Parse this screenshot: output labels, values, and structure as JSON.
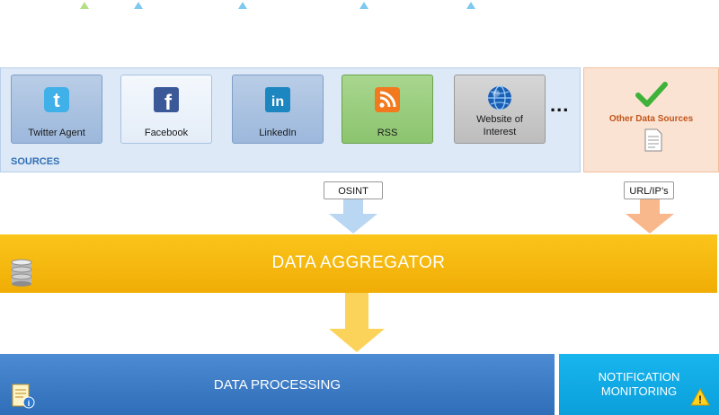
{
  "sources": {
    "section_label": "SOURCES",
    "cards": [
      {
        "label": "Twitter Agent",
        "icon": "twitter-icon"
      },
      {
        "label": "Facebook",
        "icon": "facebook-icon"
      },
      {
        "label": "LinkedIn",
        "icon": "linkedin-icon"
      },
      {
        "label": "RSS",
        "icon": "rss-icon"
      },
      {
        "label_line1": "Website of",
        "label_line2": "Interest",
        "icon": "globe-icon"
      }
    ],
    "more": "..."
  },
  "other_sources": {
    "label": "Other Data Sources",
    "icons": [
      "checkmark-icon",
      "document-icon"
    ]
  },
  "connectors": {
    "osint_label": "OSINT",
    "url_label": "URL/IP’s"
  },
  "aggregator": {
    "title": "DATA  AGGREGATOR",
    "icon": "database-icon"
  },
  "processing": {
    "title": "DATA PROCESSING",
    "icon": "notes-icon"
  },
  "notification": {
    "line1": "NOTIFICATION",
    "line2": "MONITORING",
    "icon": "warning-icon"
  },
  "colors": {
    "sources_panel": "#dde9f6",
    "other_panel": "#fbe3d3",
    "aggregator": "#f5b80f",
    "processing": "#3d7cc6",
    "notification": "#12abe6",
    "arrow_blue": "#29a6e8",
    "arrow_green": "#8fd14f"
  }
}
